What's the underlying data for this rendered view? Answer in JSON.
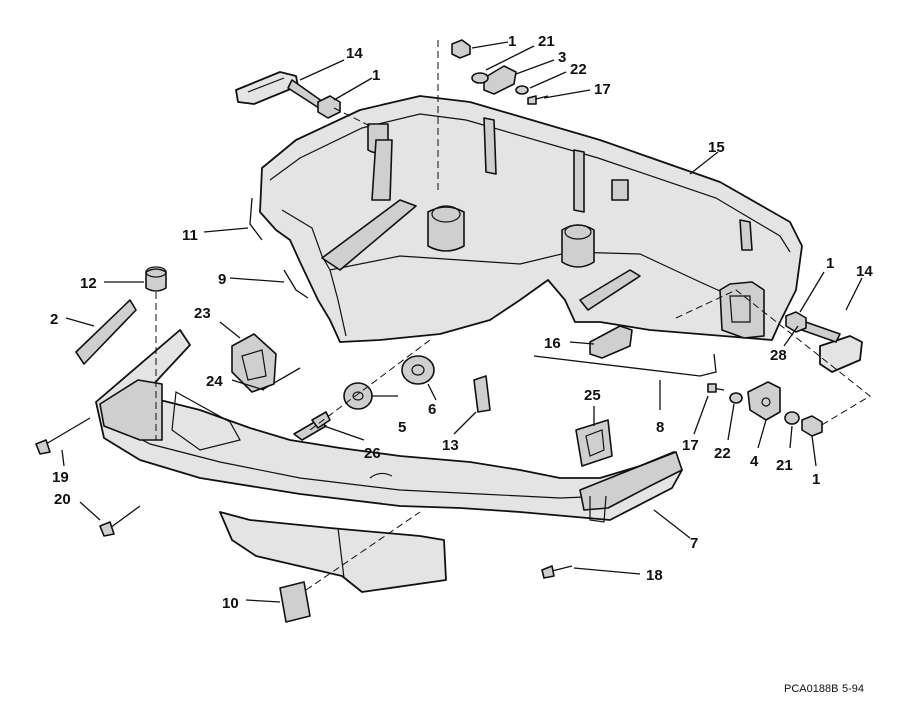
{
  "callouts": [
    {
      "id": "c14a",
      "text": "14"
    },
    {
      "id": "c1a",
      "text": "1"
    },
    {
      "id": "c1b",
      "text": "1"
    },
    {
      "id": "c21a",
      "text": "21"
    },
    {
      "id": "c3",
      "text": "3"
    },
    {
      "id": "c22a",
      "text": "22"
    },
    {
      "id": "c17a",
      "text": "17"
    },
    {
      "id": "c15",
      "text": "15"
    },
    {
      "id": "c11",
      "text": "11"
    },
    {
      "id": "c9",
      "text": "9"
    },
    {
      "id": "c12",
      "text": "12"
    },
    {
      "id": "c2",
      "text": "2"
    },
    {
      "id": "c23",
      "text": "23"
    },
    {
      "id": "c24",
      "text": "24"
    },
    {
      "id": "c1c",
      "text": "1"
    },
    {
      "id": "c14b",
      "text": "14"
    },
    {
      "id": "c28",
      "text": "28"
    },
    {
      "id": "c16",
      "text": "16"
    },
    {
      "id": "c6",
      "text": "6"
    },
    {
      "id": "c5",
      "text": "5"
    },
    {
      "id": "c26",
      "text": "26"
    },
    {
      "id": "c13",
      "text": "13"
    },
    {
      "id": "c25",
      "text": "25"
    },
    {
      "id": "c8",
      "text": "8"
    },
    {
      "id": "c17b",
      "text": "17"
    },
    {
      "id": "c22b",
      "text": "22"
    },
    {
      "id": "c4",
      "text": "4"
    },
    {
      "id": "c21b",
      "text": "21"
    },
    {
      "id": "c1d",
      "text": "1"
    },
    {
      "id": "c19",
      "text": "19"
    },
    {
      "id": "c20",
      "text": "20"
    },
    {
      "id": "c7",
      "text": "7"
    },
    {
      "id": "c18",
      "text": "18"
    },
    {
      "id": "c10",
      "text": "10"
    }
  ],
  "reference": {
    "drawing_code": "PCA0188B",
    "date": "5-94"
  }
}
